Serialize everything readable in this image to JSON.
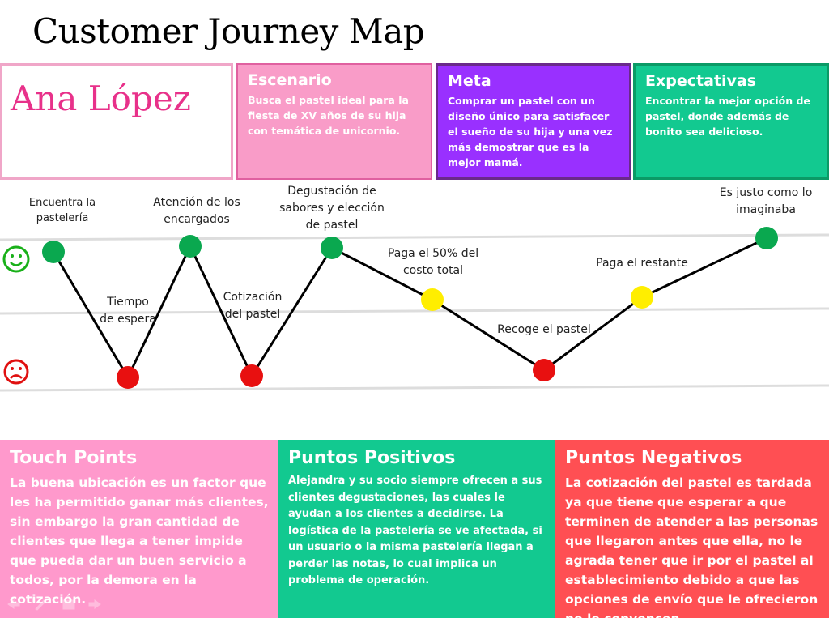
{
  "title": "Customer  Journey Map",
  "persona": {
    "name": "Ana López"
  },
  "scenario": {
    "heading": "Escenario",
    "text": "Busca el pastel ideal para la fiesta de XV años de su hija con temática de unicornio."
  },
  "goal": {
    "heading": "Meta",
    "text": "Comprar un pastel con un diseño único para satisfacer el sueño de su hija y una vez más demostrar que es la mejor mamá."
  },
  "expectations": {
    "heading": "Expectativas",
    "text": "Encontrar la mejor opción de pastel, donde además de bonito sea delicioso."
  },
  "journey": {
    "colors": {
      "green": "#0aa84f",
      "red": "#e81010",
      "yellow": "#ffee00"
    },
    "icons": {
      "happy": "happy-face-icon",
      "sad": "sad-face-icon"
    },
    "steps": [
      {
        "label": "Encuentra la pastelería",
        "sentiment": "positive"
      },
      {
        "label": "Tiempo de espera",
        "sentiment": "negative"
      },
      {
        "label": "Atención de los encargados",
        "sentiment": "positive"
      },
      {
        "label": "Cotización del pastel",
        "sentiment": "negative"
      },
      {
        "label": "Degustación de sabores y elección de pastel",
        "sentiment": "positive"
      },
      {
        "label": "Paga el 50% del costo total",
        "sentiment": "neutral"
      },
      {
        "label": "Recoge el pastel",
        "sentiment": "negative"
      },
      {
        "label": "Paga el restante",
        "sentiment": "neutral"
      },
      {
        "label": "Es justo como lo imaginaba",
        "sentiment": "positive"
      }
    ]
  },
  "touch_points": {
    "heading": "Touch Points",
    "text": "La buena ubicación es un factor que les ha permitido ganar más clientes, sin embargo la gran cantidad de clientes que llega a tener impide que pueda dar un buen servicio a todos, por la demora en la cotización."
  },
  "positives": {
    "heading": "Puntos Positivos",
    "text": "Alejandra y su socio siempre ofrecen a sus clientes degustaciones, las cuales le ayudan a los clientes a decidirse. La logística de la pastelería se ve afectada, si un usuario o la misma pastelería llegan a perder las notas, lo cual implica un problema de operación."
  },
  "negatives": {
    "heading": "Puntos Negativos",
    "text": "La cotización del pastel es tardada ya que tiene que esperar a que terminen de atender a las personas que llegaron antes que ella, no le agrada tener que ir por el pastel al establecimiento debido a que las opciones de envío que le ofrecieron no le convencen."
  }
}
